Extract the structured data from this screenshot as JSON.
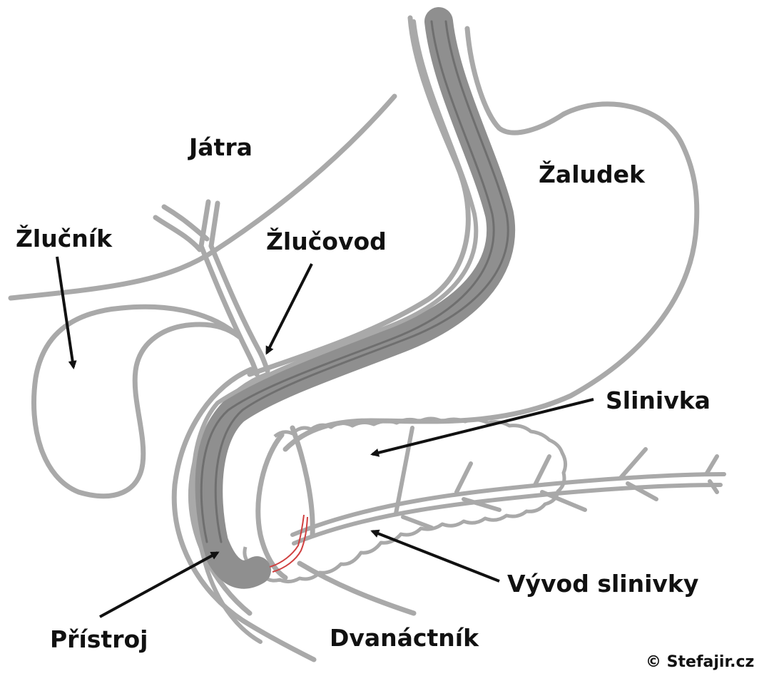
{
  "labels": {
    "jatra": "Játra",
    "zaludek": "Žaludek",
    "zlucnik": "Žlučník",
    "zlucovod": "Žlučovod",
    "slinivka": "Slinivka",
    "vyvod_slinivky": "Vývod slinivky",
    "pristroj": "Přístroj",
    "dvanactnik": "Dvanáctník"
  },
  "copyright": "© Stefajir.cz",
  "colors": {
    "organ_stroke": "#a9a9a9",
    "scope_fill": "#8f8f8f",
    "scope_dark": "#6f6f6f",
    "arrow": "#111111",
    "catheter": "#d04040"
  }
}
